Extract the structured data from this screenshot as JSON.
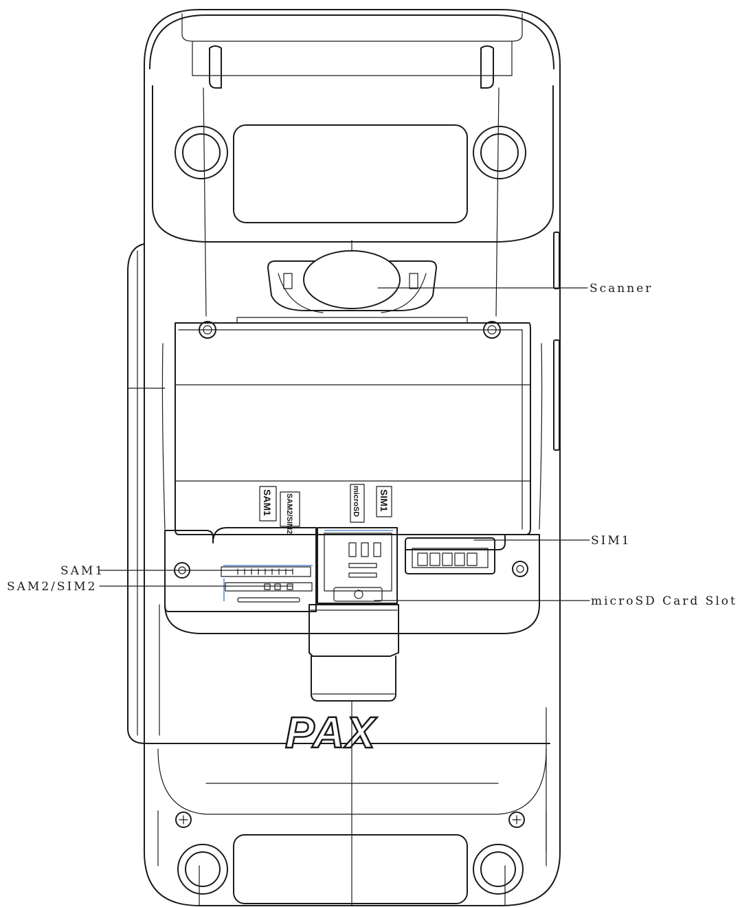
{
  "device": {
    "brand_logo": "PAX",
    "slot_markings": {
      "sam1": "SAM1",
      "sam2_sim2": "SAM2/SIM2",
      "microsd": "microSD",
      "sim1": "SIM1"
    }
  },
  "callouts": {
    "scanner": "Scanner",
    "sim1": "SIM1",
    "sam1": "SAM1",
    "sam2_sim2": "SAM2/SIM2",
    "microsd_slot": "microSD Card Slot"
  },
  "colors": {
    "line": "#1a1a1a",
    "accent_blue": "#3a6fd0",
    "background": "#ffffff"
  }
}
